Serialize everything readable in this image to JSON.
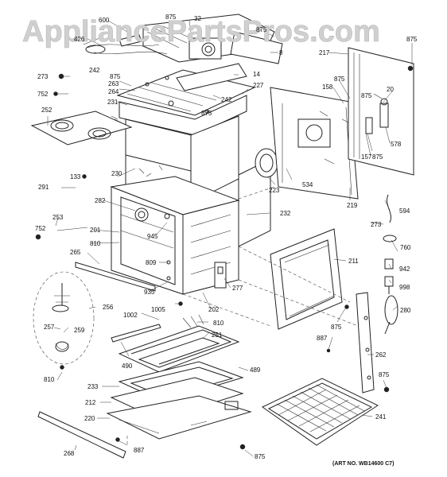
{
  "watermark": "AppliancePartsPros.com",
  "art_number": "(ART NO. WB14600 C7)",
  "labels": {
    "l600": "600",
    "l426": "426",
    "l875a": "875",
    "l32": "32",
    "l875b": "875",
    "l8": "8",
    "l875c": "875",
    "l217": "217",
    "l273a": "273",
    "l242a": "242",
    "l875d": "875",
    "l263": "263",
    "l264": "264",
    "l14": "14",
    "l227": "227",
    "l752a": "752",
    "l231": "231",
    "l242b": "242",
    "l158": "158",
    "l875e": "875",
    "l20": "20",
    "l875f": "875",
    "l252": "252",
    "l578": "578",
    "l875g": "875",
    "l157": "157",
    "l230": "230",
    "l223": "223",
    "l534": "534",
    "l291": "291",
    "l133": "133",
    "l219": "219",
    "l594": "594",
    "l282": "282",
    "l232": "232",
    "l253": "253",
    "l273b": "273",
    "l752b": "752",
    "l201": "201",
    "l945": "945",
    "l760": "760",
    "l810a": "810",
    "l211": "211",
    "l942": "942",
    "l265": "265",
    "l809": "809",
    "l277": "277",
    "l998": "998",
    "l935": "935",
    "l256": "256",
    "l1005": "1005",
    "l202": "202",
    "l280": "280",
    "l1002": "1002",
    "l810b": "810",
    "l257": "257",
    "l259": "259",
    "l875h": "875",
    "l251": "251",
    "l490": "490",
    "l887a": "887",
    "l262": "262",
    "l489": "489",
    "l810c": "810",
    "l875i": "875",
    "l233": "233",
    "l212": "212",
    "l220": "220",
    "l241": "241",
    "l268": "268",
    "l887b": "887",
    "l875j": "875"
  }
}
